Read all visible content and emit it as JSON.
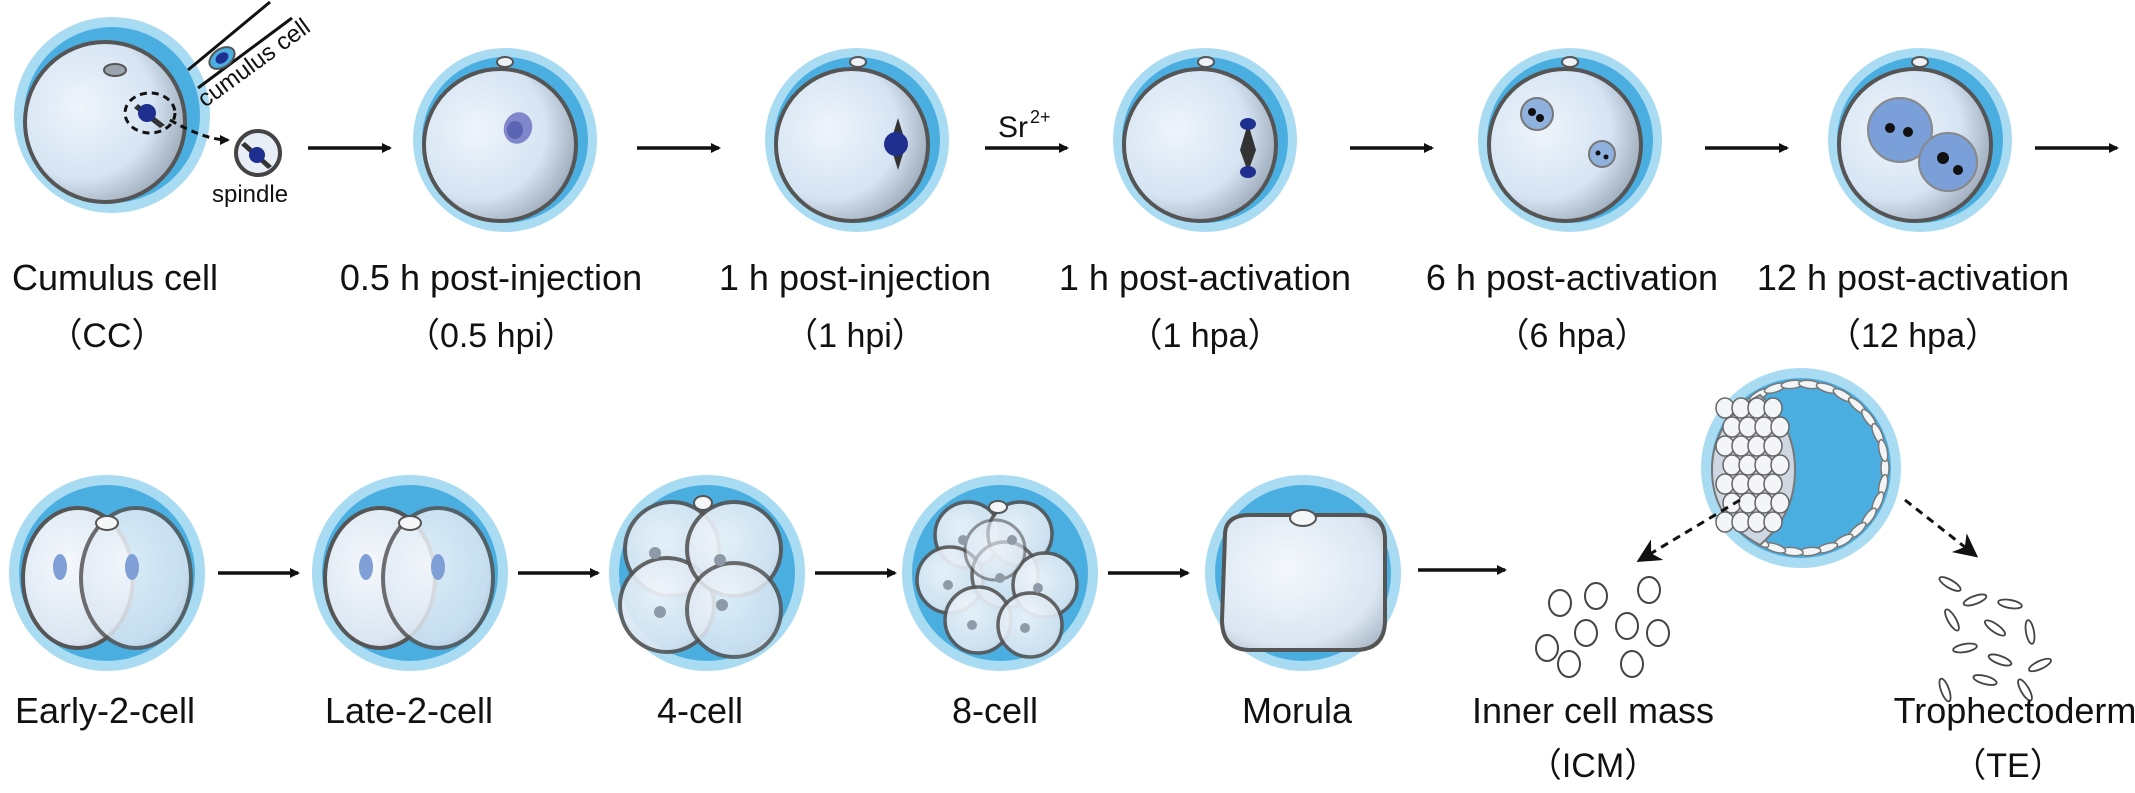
{
  "row1": [
    {
      "label": "Cumulus cell",
      "sublabel": "（CC）"
    },
    {
      "label": "0.5 h post-injection",
      "sublabel": "（0.5 hpi）"
    },
    {
      "label": "1 h post-injection",
      "sublabel": "（1 hpi）"
    },
    {
      "label": "1 h post-activation",
      "sublabel": "（1 hpa）"
    },
    {
      "label": "6 h post-activation",
      "sublabel": "（6 hpa）"
    },
    {
      "label": "12 h post-activation",
      "sublabel": "（12 hpa）"
    }
  ],
  "row2": [
    {
      "label": "Early-2-cell"
    },
    {
      "label": "Late-2-cell"
    },
    {
      "label": "4-cell"
    },
    {
      "label": "8-cell"
    },
    {
      "label": "Morula"
    }
  ],
  "branches": {
    "icm": {
      "label": "Inner cell mass",
      "sublabel": "（ICM）"
    },
    "te": {
      "label": "Trophectoderm",
      "sublabel": "（TE）"
    }
  },
  "annotations": {
    "cumulus_cell": "cumulus cell",
    "spindle": "spindle",
    "strontium": "Sr",
    "strontium_charge": "2+"
  },
  "colors": {
    "zona_outer": "#a9dcf3",
    "zona_inner": "#4aaee0",
    "cytoplasm": "#dce9f6",
    "membrane": "#555555",
    "nucleus": "#1f2f8f",
    "pronucleus": "#7f9fd6"
  }
}
